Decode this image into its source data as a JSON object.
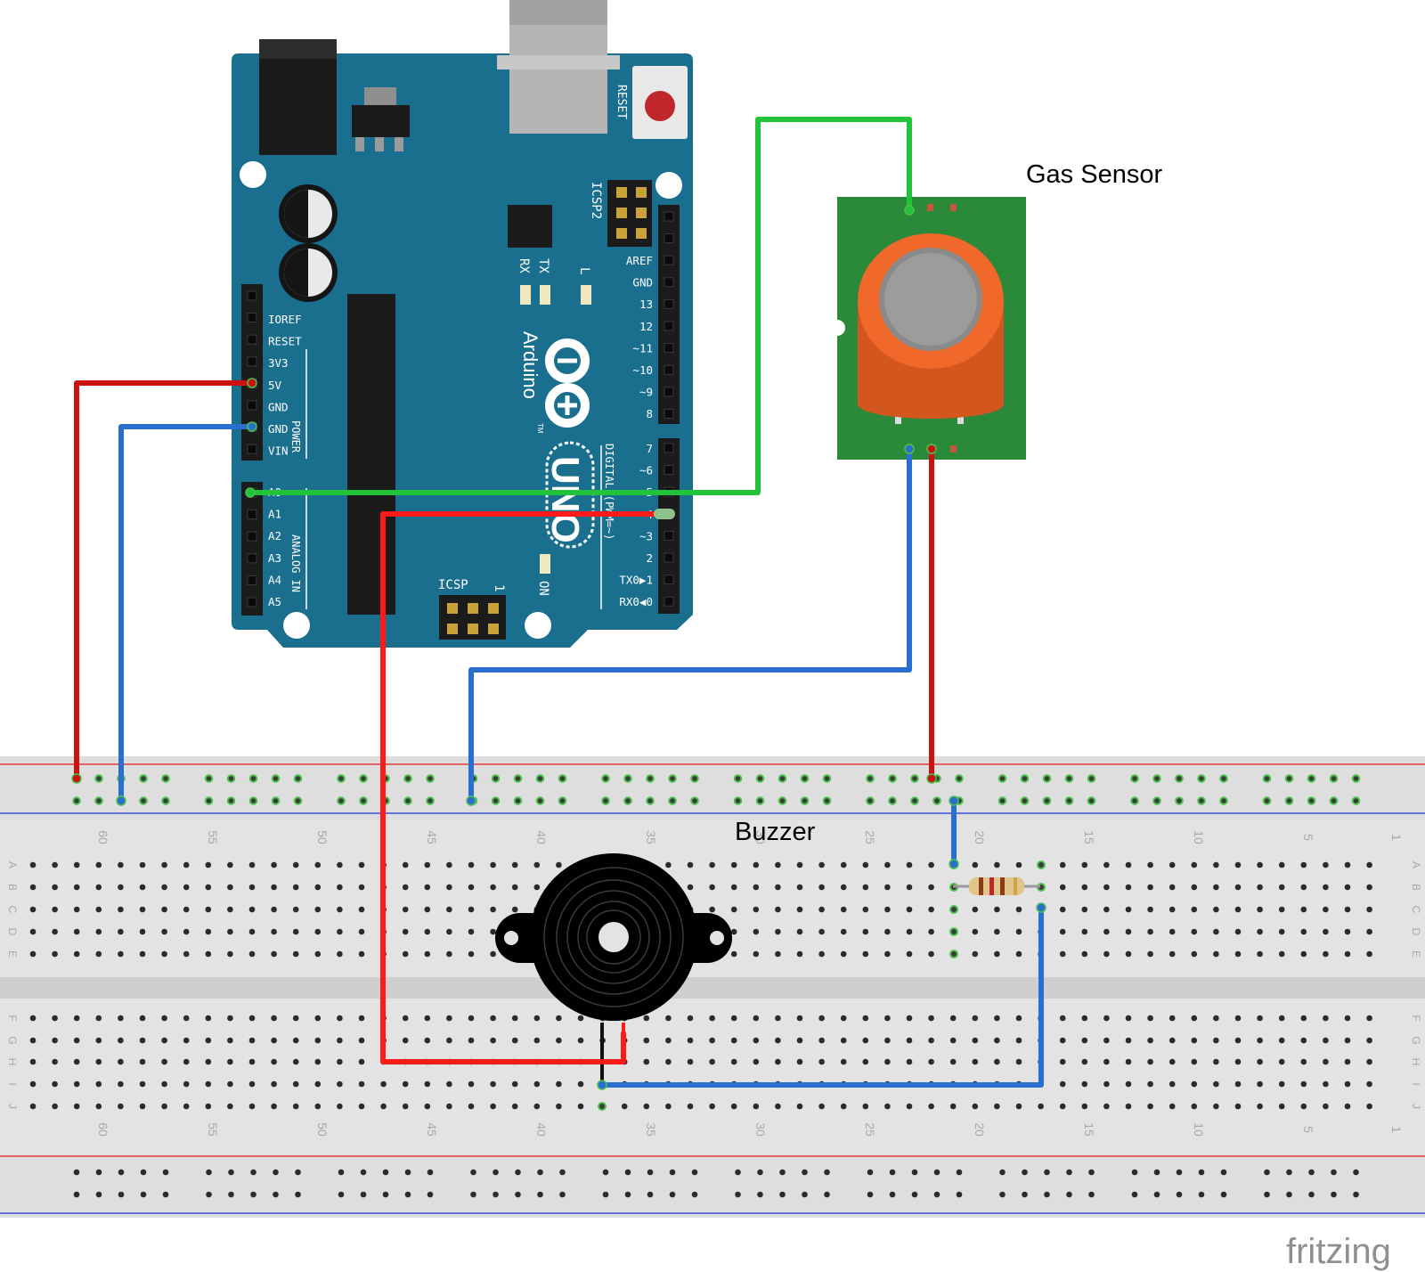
{
  "labels": {
    "gas_sensor": "Gas Sensor",
    "buzzer": "Buzzer",
    "watermark": "fritzing"
  },
  "arduino": {
    "reset_label": "RESET",
    "icsp2_label": "ICSP2",
    "icsp_label": "ICSP",
    "icsp_pin1": "1",
    "rx": "RX",
    "tx": "TX",
    "l": "L",
    "on": "ON",
    "brand": "Arduino",
    "tm": "TM",
    "model": "UNO",
    "power_group": "POWER",
    "analog_group": "ANALOG IN",
    "digital_group": "DIGITAL (PWM=~)",
    "power_pins": [
      "IOREF",
      "RESET",
      "3V3",
      "5V",
      "GND",
      "GND",
      "VIN"
    ],
    "analog_pins": [
      "A0",
      "A1",
      "A2",
      "A3",
      "A4",
      "A5"
    ],
    "digital_pins_top": [
      "AREF",
      "GND",
      "13",
      "12",
      "~11",
      "~10",
      "~9",
      "8"
    ],
    "digital_pins_bottom": [
      "7",
      "~6",
      "~5",
      "4",
      "~3",
      "2",
      "TX0▶1",
      "RX0◀0"
    ]
  },
  "breadboard": {
    "column_numbers": [
      "60",
      "55",
      "50",
      "45",
      "40",
      "35",
      "30",
      "25",
      "20",
      "15",
      "10",
      "5",
      "1"
    ],
    "rows_top": [
      "A",
      "B",
      "C",
      "D",
      "E"
    ],
    "rows_bottom": [
      "F",
      "G",
      "H",
      "I",
      "J"
    ]
  },
  "colors": {
    "board": "#1a6f8f",
    "breadboard": "#e3e3e3",
    "wire_red": "#cc1111",
    "wire_red_bright": "#ff1a1a",
    "wire_blue": "#2a6fcf",
    "wire_green": "#22c23a",
    "sensor_pcb": "#2a8a3a",
    "sensor_cap": "#f0682a"
  },
  "icons": {
    "buzzer": "piezo-buzzer-icon",
    "resistor": "resistor-icon",
    "sensor": "mq-gas-sensor-icon"
  }
}
